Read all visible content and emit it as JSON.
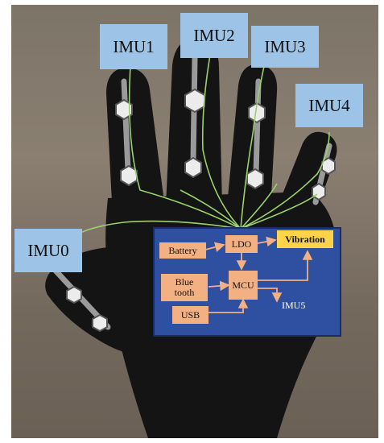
{
  "labels": {
    "imu0": "IMU0",
    "imu1": "IMU1",
    "imu2": "IMU2",
    "imu3": "IMU3",
    "imu4": "IMU4"
  },
  "board": {
    "battery": "Battery",
    "ldo": "LDO",
    "vibration": "Vibration",
    "bluetooth_line1": "Blue",
    "bluetooth_line2": "tooth",
    "mcu": "MCU",
    "usb": "USB",
    "imu5": "IMU5"
  },
  "colors": {
    "label_fill": "#9dc3e6",
    "board_fill": "#2f4fa0",
    "block_fill": "#f3b082",
    "vibration_fill": "#ffd44a",
    "wire": "#9ad26a",
    "glove": "#131313"
  }
}
